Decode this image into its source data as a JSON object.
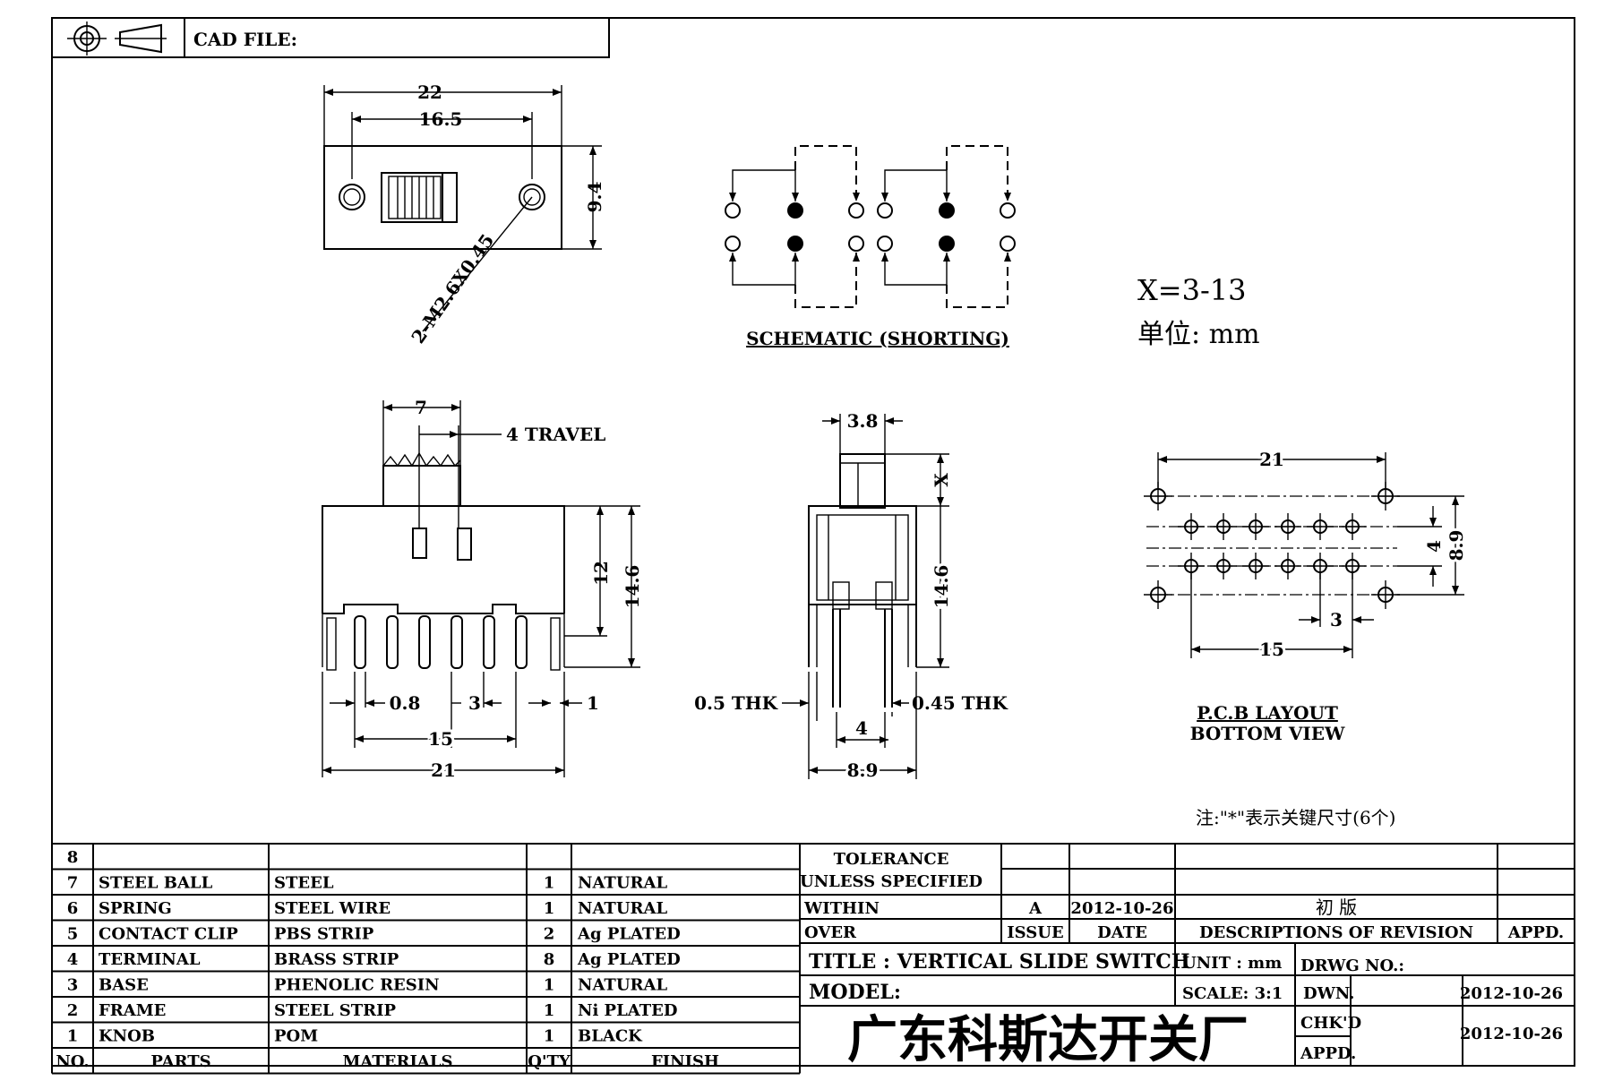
{
  "header": {
    "cad_file_label": "CAD FILE:"
  },
  "top_view": {
    "dim_total_width": "22",
    "dim_hole_spacing": "16.5",
    "dim_height": "9.4",
    "hole_callout": "2-M2.6X0.45"
  },
  "schematic": {
    "title": "SCHEMATIC (SHORTING)"
  },
  "notes": {
    "x_range": "X=3-13",
    "unit": "单位: mm",
    "key_dimension_note": "注:\"*\"表示关键尺寸(6个)"
  },
  "front_view": {
    "dim_knob": "7",
    "travel": "4 TRAVEL",
    "dim_body_height": "12",
    "dim_total_height": "14.6",
    "dim_pin_width": "0.8",
    "dim_pitch": "3",
    "dim_edge": "1",
    "dim_pin_span": "15",
    "dim_total_width": "21"
  },
  "side_view": {
    "dim_knob_width": "3.8",
    "dim_x": "X",
    "dim_height": "14.6",
    "thk_left": "0.5 THK",
    "thk_right": "0.45 THK",
    "dim_pin_spacing": "4",
    "dim_width": "8.9"
  },
  "pcb_layout": {
    "dim_hole_spacing": "21",
    "dim_row": "4",
    "dim_outer": "8.9",
    "dim_pitch": "3",
    "dim_pin_span": "15",
    "title_line1": "P.C.B LAYOUT",
    "title_line2": "BOTTOM VIEW"
  },
  "bom": {
    "rows": [
      {
        "no": "8",
        "part": "",
        "material": "",
        "qty": "",
        "finish": ""
      },
      {
        "no": "7",
        "part": "STEEL BALL",
        "material": "STEEL",
        "qty": "1",
        "finish": "NATURAL"
      },
      {
        "no": "6",
        "part": "SPRING",
        "material": "STEEL WIRE",
        "qty": "1",
        "finish": "NATURAL"
      },
      {
        "no": "5",
        "part": "CONTACT CLIP",
        "material": "PBS STRIP",
        "qty": "2",
        "finish": "Ag PLATED"
      },
      {
        "no": "4",
        "part": "TERMINAL",
        "material": "BRASS STRIP",
        "qty": "8",
        "finish": "Ag PLATED"
      },
      {
        "no": "3",
        "part": "BASE",
        "material": "PHENOLIC RESIN",
        "qty": "1",
        "finish": "NATURAL"
      },
      {
        "no": "2",
        "part": "FRAME",
        "material": "STEEL STRIP",
        "qty": "1",
        "finish": "Ni PLATED"
      },
      {
        "no": "1",
        "part": "KNOB",
        "material": "POM",
        "qty": "1",
        "finish": "BLACK"
      }
    ],
    "headers": {
      "no": "NO.",
      "part": "PARTS",
      "material": "MATERIALS",
      "qty": "Q'TY",
      "finish": "FINISH"
    }
  },
  "title_block": {
    "tolerance": "TOLERANCE",
    "unless": "UNLESS  SPECIFIED",
    "within": "WITHIN",
    "over": "OVER",
    "rev_issue": "A",
    "rev_date": "2012-10-26",
    "rev_desc": "初 版",
    "issue_label": "ISSUE",
    "date_label": "DATE",
    "desc_label": "DESCRIPTIONS OF REVISION",
    "appd_label": "APPD.",
    "title": "TITLE :  VERTICAL SLIDE SWITCH",
    "unit": "UNIT : mm",
    "drwg_no": "DRWG NO.:",
    "model": "MODEL:",
    "scale": "SCALE: 3:1",
    "dwn_label": "DWN.",
    "dwn_date": "2012-10-26",
    "chkd_label": "CHK'D",
    "chkd_date": "2012-10-26",
    "appd2_label": "APPD.",
    "company": "广东科斯达开关厂"
  }
}
